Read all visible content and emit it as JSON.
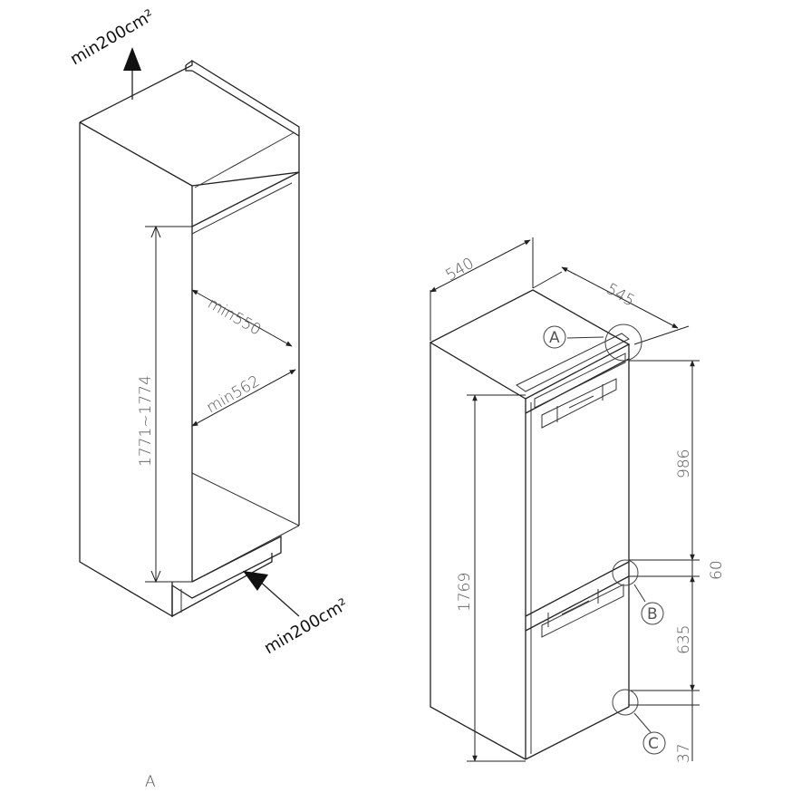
{
  "diagram": {
    "niche": {
      "vent_top": "min200cm²",
      "vent_bottom": "min200cm²",
      "width_upper": "min550",
      "width_lower": "min562",
      "height": "1771~1774"
    },
    "appliance": {
      "width": "540",
      "depth": "545",
      "total_height": "1769",
      "upper_section": "986",
      "gap_middle": "60",
      "lower_section": "635",
      "gap_bottom": "37",
      "callouts": [
        "A",
        "B",
        "C"
      ]
    },
    "footer_label": "A"
  }
}
